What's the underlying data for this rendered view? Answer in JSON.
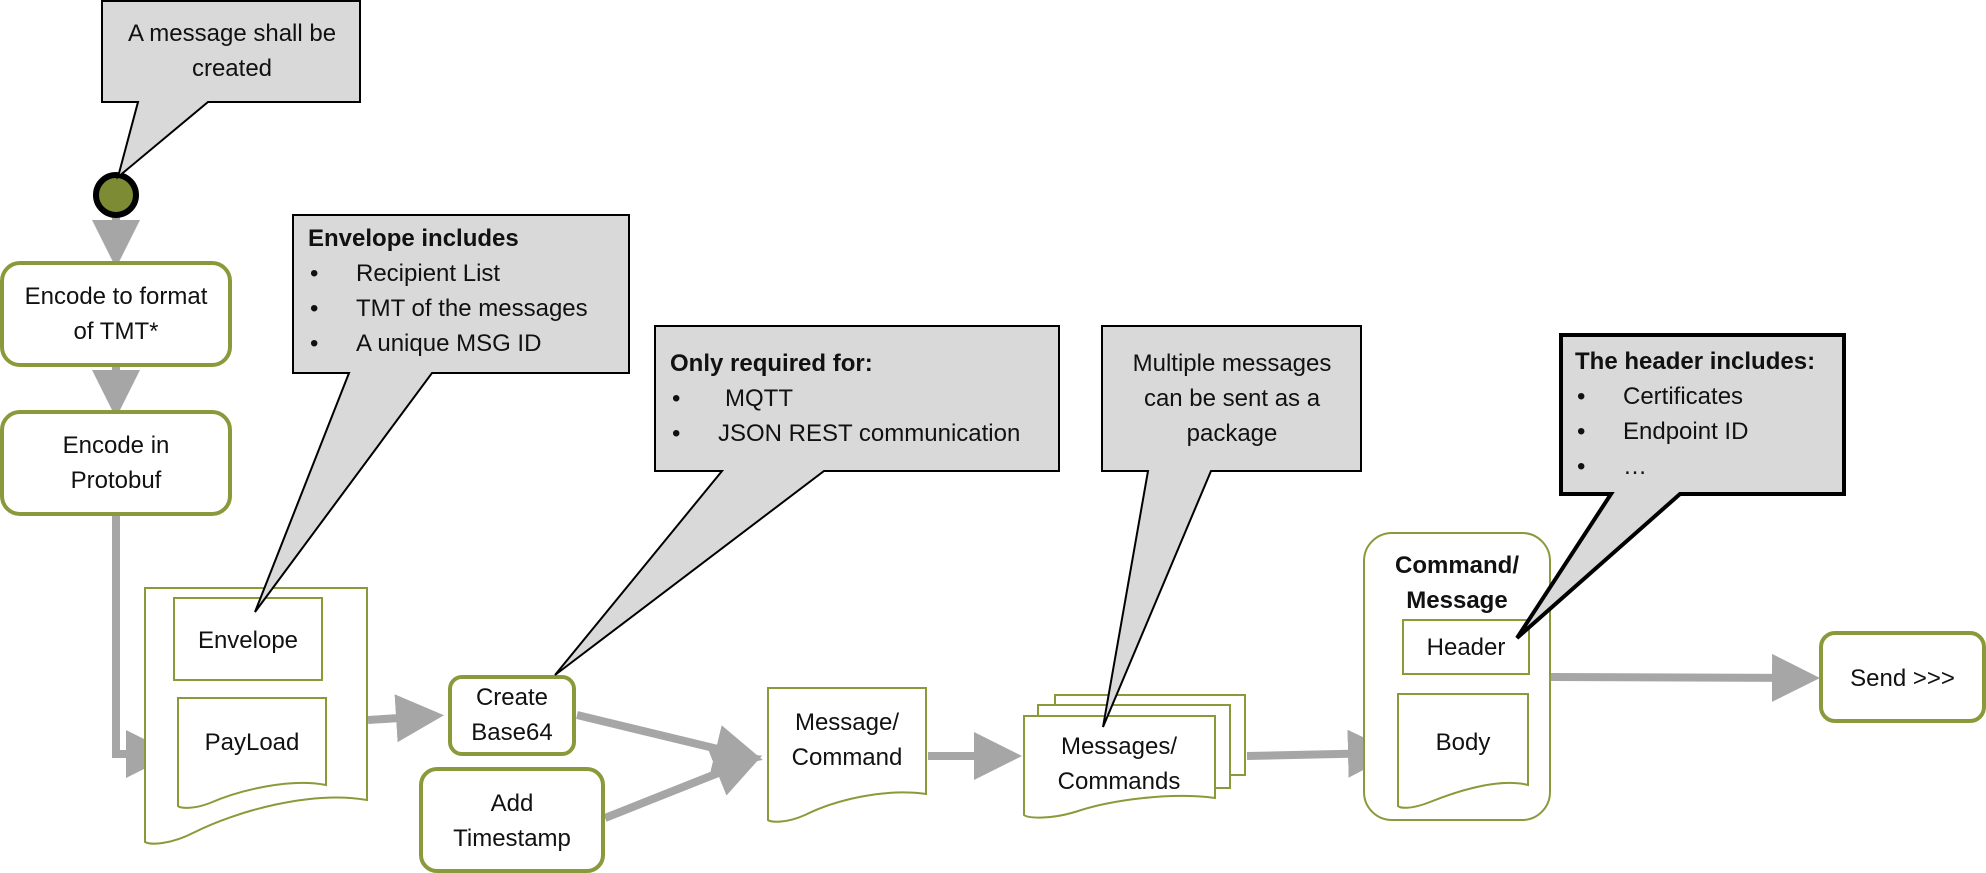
{
  "callouts": {
    "message_created": "A message shall be created",
    "envelope": {
      "title": "Envelope includes",
      "items": [
        "Recipient List",
        "TMT of the messages",
        "A unique MSG ID"
      ]
    },
    "only_required": {
      "title": "Only required for:",
      "items": [
        "MQTT",
        "JSON REST communication"
      ]
    },
    "multiple": "Multiple messages can be sent as a package",
    "header": {
      "title": "The header includes:",
      "items": [
        "Certificates",
        "Endpoint ID",
        "…"
      ]
    }
  },
  "nodes": {
    "encode_tmt": "Encode to format of TMT*",
    "encode_protobuf": "Encode in Protobuf",
    "envelope": "Envelope",
    "payload": "PayLoad",
    "create_base64": "Create Base64",
    "add_timestamp": "Add Timestamp",
    "message_command": "Message/ Command",
    "messages_commands": "Messages/ Commands",
    "command_message": "Command/ Message",
    "header": "Header",
    "body": "Body",
    "send": "Send >>>"
  },
  "colors": {
    "olive": "#8a9a3a",
    "start_fill": "#7d8c34",
    "callout_fill": "#d9d9d9",
    "arrow": "#a6a6a6"
  }
}
